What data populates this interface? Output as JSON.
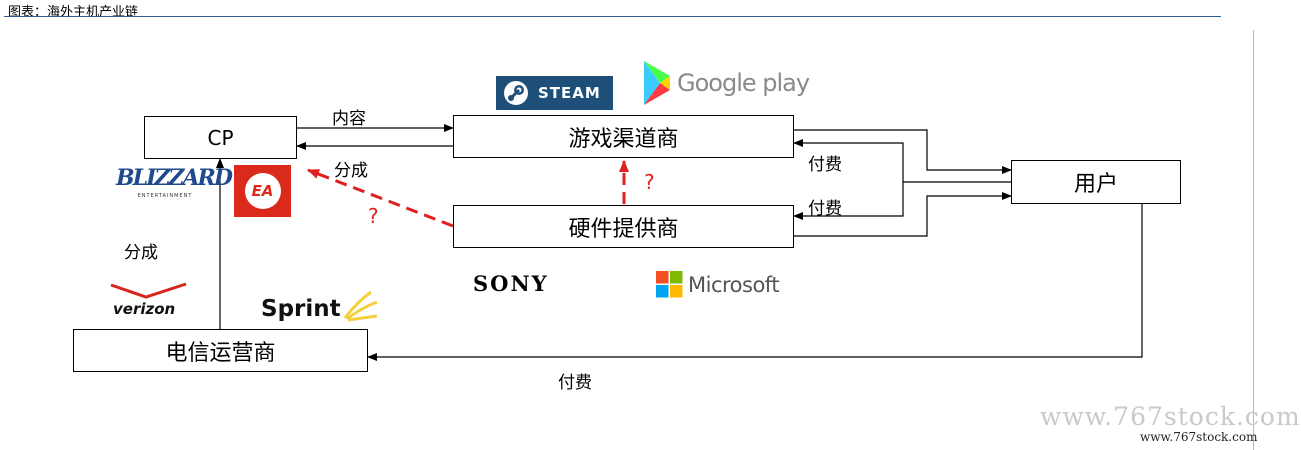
{
  "caption": "图表：海外主机产业链",
  "nodes": {
    "cp": "CP",
    "channel": "游戏渠道商",
    "hardware": "硬件提供商",
    "user": "用户",
    "telecom": "电信运营商"
  },
  "edge_labels": {
    "content": "内容",
    "share_top": "分成",
    "fee_channel": "付费",
    "fee_hardware": "付费",
    "share_left": "分成",
    "fee_bottom": "付费",
    "q_hardware_cp": "?",
    "q_hardware_channel": "?"
  },
  "logos": {
    "steam": "STEAM",
    "google_play": "Google play",
    "blizzard": "BLIZZARD",
    "blizzard_sub": "ENTERTAINMENT",
    "ea": "EA",
    "verizon": "verizon",
    "sprint": "Sprint",
    "sony": "SONY",
    "microsoft": "Microsoft"
  },
  "watermark": {
    "large": "www.767stock.com",
    "small": "www.767stock.com"
  },
  "colors": {
    "dashed_arrow": "#e02020",
    "header_rule": "#2f5a8e",
    "steam_bg": "#1d4f79",
    "ea_bg": "#d92a1c"
  }
}
